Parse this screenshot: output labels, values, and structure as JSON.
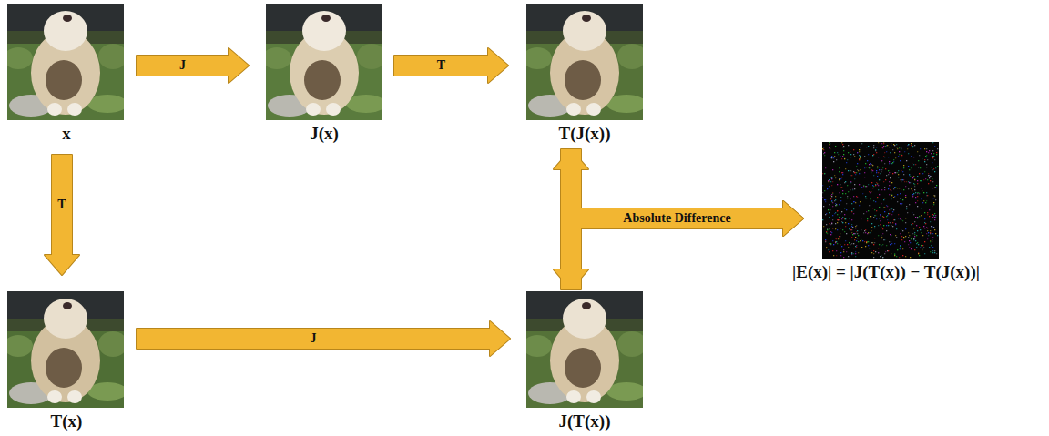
{
  "diagram": {
    "nodes": [
      {
        "text": [
          "x"
        ]
      },
      {
        "text": [
          "J(x)"
        ]
      },
      {
        "text": [
          "T(J(x))"
        ]
      },
      {
        "text": [
          "T(x)"
        ]
      },
      {
        "text": [
          "J(T(x))"
        ]
      },
      {
        "text": [
          "|E(x)| = |J(T(x)) − T(J(x))|"
        ]
      }
    ],
    "edges": [
      {
        "from": 0,
        "to": 1,
        "arrow": "to",
        "label": "J"
      },
      {
        "from": 1,
        "to": 2,
        "arrow": "to",
        "label": "T"
      },
      {
        "from": 0,
        "to": 3,
        "arrow": "to",
        "label": "T"
      },
      {
        "from": 3,
        "to": 4,
        "arrow": "to",
        "label": "J"
      },
      {
        "from": 2,
        "to": 4,
        "arrow": "both"
      },
      {
        "from": 2,
        "to": 5,
        "arrow": "to",
        "label": "Absolute Difference"
      },
      {
        "from": 4,
        "to": 5,
        "arrow": "to"
      }
    ]
  }
}
